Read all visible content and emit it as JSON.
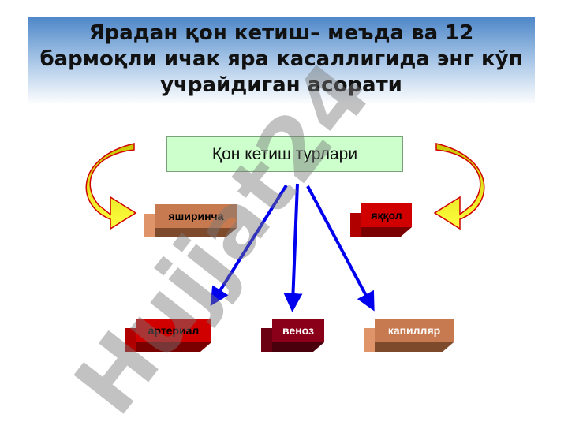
{
  "slide": {
    "title": "Ярадан қон кетиш– меъда ва 12 бармоқли ичак яра касаллигида энг кўп учрайдиган асорати",
    "root_label": "Қон кетиш турлари",
    "types": [
      "яширинча",
      "яққол"
    ],
    "sources": [
      "артериал",
      "веноз",
      "капилляр"
    ]
  },
  "watermark": "Hujjat24",
  "colors": {
    "arrow": "#0000ee",
    "curved_arrow": "#ffff33"
  }
}
